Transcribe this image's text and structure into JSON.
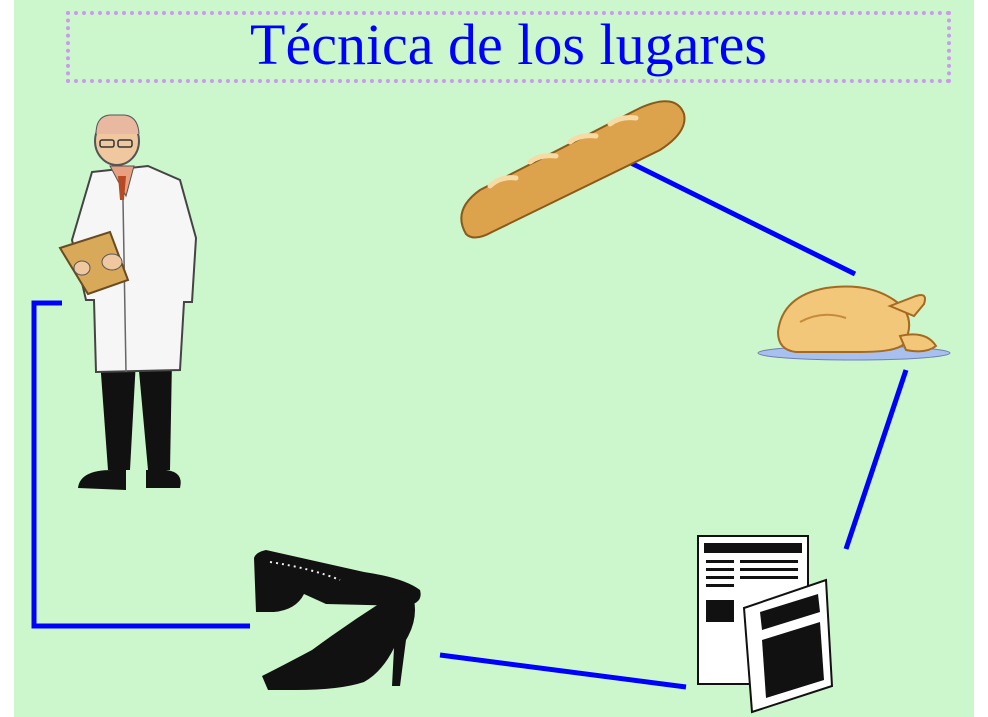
{
  "title": "Técnica de los lugares",
  "colors": {
    "background": "#ccf7cc",
    "title": "#0000ff",
    "title_border": "#cc99ee",
    "connector": "#0000ff"
  },
  "route": [
    "doctor",
    "shoes",
    "newspaper",
    "roast-chicken",
    "baguette"
  ],
  "icons": [
    "doctor-icon",
    "baguette-icon",
    "roast-chicken-icon",
    "newspaper-icon",
    "shoes-icon"
  ]
}
